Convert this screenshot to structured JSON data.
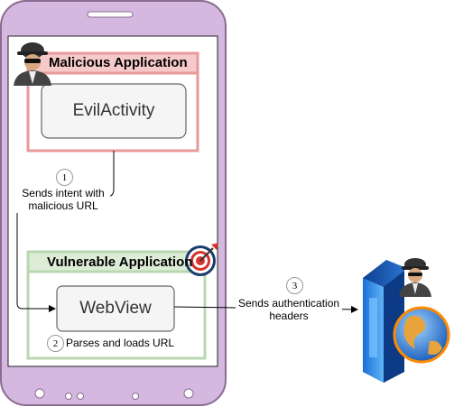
{
  "malicious_app": {
    "title": "Malicious Application",
    "activity": "EvilActivity"
  },
  "vulnerable_app": {
    "title": "Vulnerable Application",
    "component": "WebView"
  },
  "steps": [
    {
      "number": "1",
      "label_line1": "Sends intent with",
      "label_line2": "malicious URL"
    },
    {
      "number": "2",
      "label": "Parses and loads URL"
    },
    {
      "number": "3",
      "label_line1": "Sends authentication",
      "label_line2": "headers"
    }
  ],
  "icons": {
    "attacker": "hacker-spy-icon",
    "target": "bullseye-target-icon",
    "server": "web-server-globe-icon",
    "phone_buttons": "phone-nav-buttons"
  },
  "colors": {
    "phone_body": "#d5b8e0",
    "phone_border": "#8b6c8f",
    "malicious_border": "#e89a9a",
    "malicious_header": "#f6caca",
    "vulnerable_border": "#b9d7b0",
    "vulnerable_header": "#dcecd6"
  }
}
